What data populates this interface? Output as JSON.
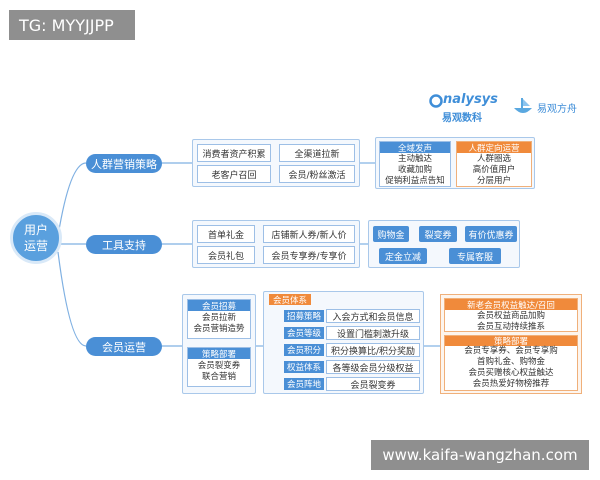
{
  "watermark_top": "TG: MYYJJPP",
  "watermark_bottom": "www.kaifa-wangzhan.com",
  "logos": {
    "analysys_en": "nalysys",
    "analysys_cn": "易观数科",
    "yiguan_cn": "易观方舟"
  },
  "root": {
    "line1": "用户",
    "line2": "运营"
  },
  "branches": {
    "crowd": "人群营销策略",
    "tools": "工具支持",
    "member": "会员运营"
  },
  "crowd_cells": [
    "消费者资产积累",
    "全渠道拉新",
    "老客户召回",
    "会员/粉丝激活"
  ],
  "crowd_all": {
    "title": "全域发声",
    "items": [
      "主动触达",
      "收藏加购",
      "促销利益点告知"
    ]
  },
  "crowd_target": {
    "title": "人群定向运营",
    "items": [
      "人群圈选",
      "高价值用户",
      "分层用户"
    ]
  },
  "tool_cells": [
    "首单礼金",
    "店铺新人券/新人价",
    "会员礼包",
    "会员专享券/专享价"
  ],
  "tool_buttons": [
    "购物金",
    "裂变券",
    "有价优惠券",
    "定金立减",
    "专属客服"
  ],
  "member_recruit": {
    "title": "会员招募",
    "items": [
      "会员拉新",
      "会员营销造势"
    ]
  },
  "member_strategy": {
    "title": "策略部署",
    "items": [
      "会员裂变券",
      "联合营销"
    ]
  },
  "member_system": {
    "title": "会员体系",
    "rows": [
      {
        "tag": "招募策略",
        "text": "入会方式和会员信息"
      },
      {
        "tag": "会员等级",
        "text": "设置门槛刺激升级"
      },
      {
        "tag": "会员积分",
        "text": "积分换算比/积分奖励"
      },
      {
        "tag": "权益体系",
        "text": "各等级会员分级权益"
      },
      {
        "tag": "会员阵地",
        "text": "会员裂变券"
      }
    ]
  },
  "member_recall": {
    "title": "新老会员权益触达/召回",
    "items": [
      "会员权益商品加购",
      "会员互动持续推系"
    ]
  },
  "member_deploy": {
    "title": "策略部署",
    "items": [
      "会员专享券、会员专享购",
      "首购礼金、购物金",
      "会员买赠核心权益触达",
      "会员热爱好物榜推荐"
    ]
  }
}
